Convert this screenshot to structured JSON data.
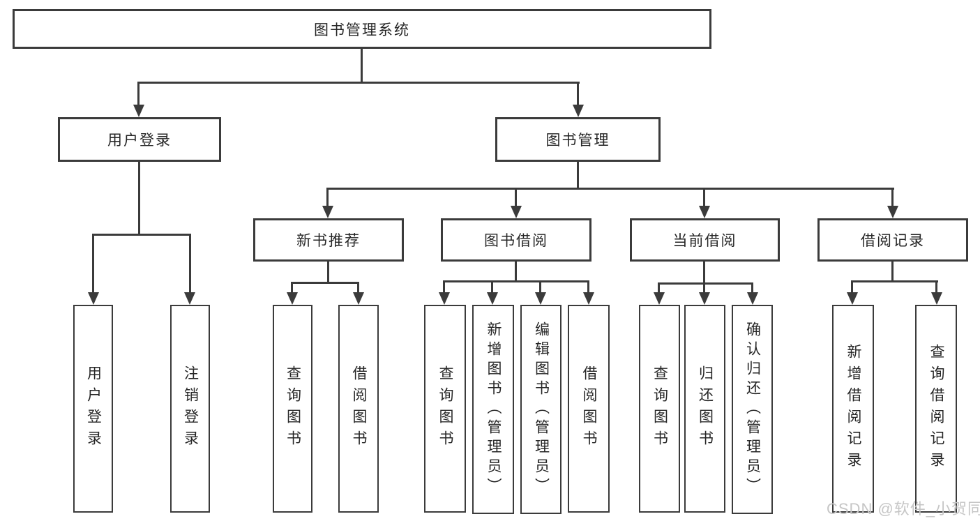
{
  "diagram": {
    "root": {
      "label": "图书管理系统"
    },
    "level2": {
      "userLogin": "用户登录",
      "bookMgmt": "图书管理"
    },
    "level3": {
      "newBook": "新书推荐",
      "bookBorrow": "图书借阅",
      "currentBorrow": "当前借阅",
      "borrowRecords": "借阅记录"
    },
    "leaves": {
      "loginUserLogin": "用户登录",
      "loginLogout": "注销登录",
      "nbQueryBooks": "查询图书",
      "nbBorrowBooks": "借阅图书",
      "bbQueryBooks": "查询图书",
      "bbAddBooks": "新增图书（管理员）",
      "bbEditBooks": "编辑图书（管理员）",
      "bbBorrowBooks": "借阅图书",
      "cbQueryBooks": "查询图书",
      "cbReturnBooks": "归还图书",
      "cbConfirmReturn": "确认归还（管理员）",
      "brAddRecord": "新增借阅记录",
      "brQueryRecord": "查询借阅记录"
    },
    "colors": {
      "line": "#3b3b3b",
      "text": "#262626",
      "watermark": "#c6c6c6"
    },
    "watermark": "CSDN @软件_小贺同学"
  }
}
